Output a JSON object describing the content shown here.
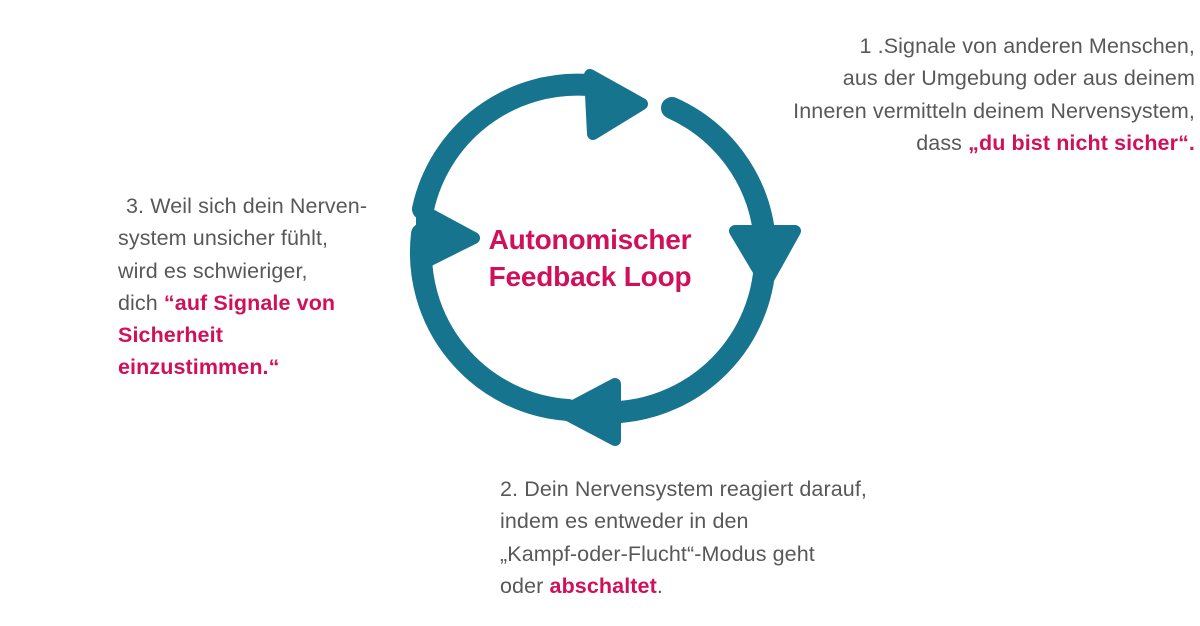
{
  "colors": {
    "teal": "#16748F",
    "magenta": "#D0105A",
    "body_gray": "#58585A",
    "background": "#FFFFFF"
  },
  "center": {
    "title_line_1": "Autonomischer",
    "title_line_2": "Feedback Loop"
  },
  "steps": [
    {
      "id": "step-1",
      "number": "1",
      "lines": [
        {
          "plain": "1 .Signale von anderen Menschen,"
        },
        {
          "plain": "aus der Umgebung oder aus deinem"
        },
        {
          "plain": "Inneren vermitteln deinem Nervensystem,"
        },
        {
          "plain": "dass ",
          "highlight": "„du bist nicht sicher“."
        }
      ],
      "align": "right"
    },
    {
      "id": "step-2",
      "number": "2",
      "lines": [
        {
          "plain": "2. Dein Nervensystem reagiert darauf,"
        },
        {
          "plain": "indem es entweder in den"
        },
        {
          "plain": "„Kampf-oder-Flucht“-Modus geht"
        },
        {
          "plain": "oder ",
          "highlight": "abschaltet",
          "trail": "."
        }
      ],
      "align": "left"
    },
    {
      "id": "step-3",
      "number": "3",
      "lines": [
        {
          "plain": "3. Weil sich dein Nerven-"
        },
        {
          "plain": "system unsicher fühlt,"
        },
        {
          "plain": "wird es schwieriger,"
        },
        {
          "plain": "dich ",
          "highlight": "“auf Signale von"
        },
        {
          "highlight": "Sicherheit"
        },
        {
          "highlight": "einzustimmen.“"
        }
      ],
      "align": "left"
    }
  ],
  "diagram": {
    "type": "cycle",
    "direction": "clockwise",
    "segment_count": 3,
    "arrowhead_directions": [
      "up-right",
      "down",
      "left",
      "up"
    ],
    "stroke_color": "#16748F",
    "stroke_width": 22
  }
}
